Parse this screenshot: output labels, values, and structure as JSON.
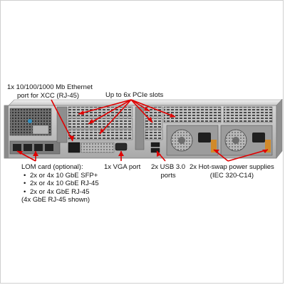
{
  "callouts": {
    "ethernet_line1": "1x 10/100/1000 Mb Ethernet",
    "ethernet_line2": "port for XCC (RJ-45)",
    "pcie": "Up to 6x PCIe slots",
    "lom_title": "LOM card (optional):",
    "lom_items": [
      "2x or 4x 10 GbE SFP+",
      "2x or 4x 10 GbE RJ-45",
      "2x or 4x GbE RJ-45"
    ],
    "lom_note": "(4x GbE RJ-45 shown)",
    "vga": "1x VGA port",
    "usb_line1": "2x USB 3.0",
    "usb_line2": "ports",
    "psu_line1": "2x Hot-swap power supplies",
    "psu_line2": "(IEC 320-C14)"
  },
  "colors": {
    "arrow": "#e00000",
    "chassis": "#9a9a9a",
    "chassis_dark": "#5e5e5e",
    "psu_tab": "#d18a2a"
  }
}
